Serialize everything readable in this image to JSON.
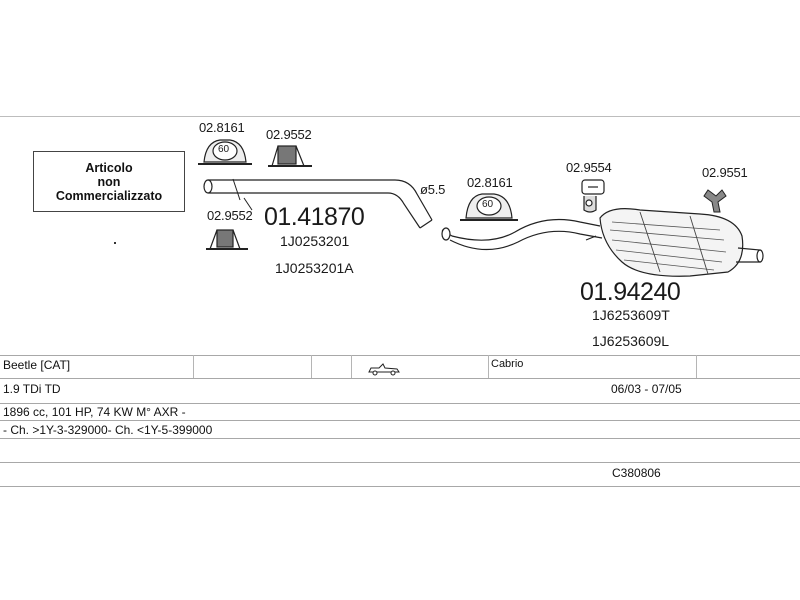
{
  "not_sold_note": [
    "Articolo",
    "non",
    "Commercializzato"
  ],
  "parts": {
    "middle_silencer": {
      "number": "01.41870",
      "refs": [
        "1J0253201",
        "1J0253201A"
      ]
    },
    "rear_silencer": {
      "number": "01.94240",
      "refs": [
        "1J6253609T",
        "1J6253609L"
      ]
    },
    "mount_a": "02.8161",
    "mount_b": "02.9552",
    "mount_c": "02.9552",
    "mount_d": "02.8161",
    "mount_e": "02.9554",
    "mount_f": "02.9551",
    "diameter": "ø5.5",
    "ring_label": "60"
  },
  "vehicle": {
    "model": "Beetle  [CAT]",
    "body": "Cabrio",
    "engine": "1.9 TDi TD",
    "years": "06/03 - 07/05",
    "spec": "1896 cc, 101 HP, 74 KW M° AXR -",
    "chassis": "- Ch. >1Y-3-329000- Ch. <1Y-5-399000",
    "code": "C380806"
  }
}
